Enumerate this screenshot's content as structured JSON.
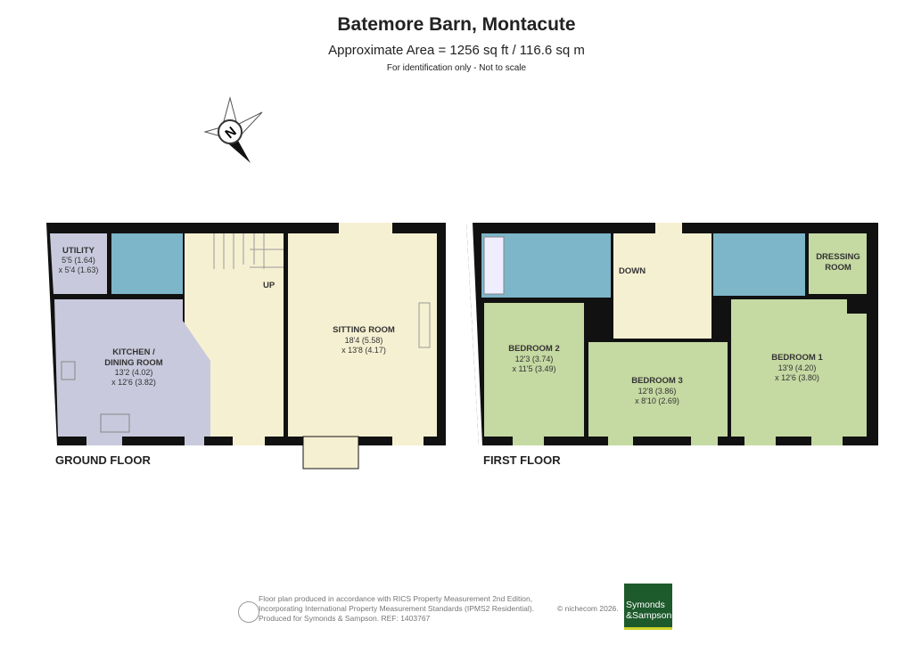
{
  "header": {
    "title": "Batemore Barn, Montacute",
    "area": "Approximate Area = 1256 sq ft / 116.6 sq m",
    "note": "For identification only - Not to scale"
  },
  "compass": {
    "label": "N"
  },
  "ground_floor": {
    "label": "GROUND FLOOR",
    "stairs_label": "UP",
    "rooms": [
      {
        "name": "UTILITY",
        "dim1": "5'5 (1.64)",
        "dim2": "x 5'4 (1.63)"
      },
      {
        "name": "KITCHEN /",
        "name2": "DINING ROOM",
        "dim1": "13'2 (4.02)",
        "dim2": "x 12'6 (3.82)"
      },
      {
        "name": "SITTING ROOM",
        "dim1": "18'4 (5.58)",
        "dim2": "x 13'8 (4.17)"
      }
    ]
  },
  "first_floor": {
    "label": "FIRST FLOOR",
    "stairs_label": "DOWN",
    "rooms": [
      {
        "name": "BEDROOM 2",
        "dim1": "12'3 (3.74)",
        "dim2": "x 11'5 (3.49)"
      },
      {
        "name": "BEDROOM 3",
        "dim1": "12'8 (3.86)",
        "dim2": "x 8'10 (2.69)"
      },
      {
        "name": "BEDROOM 1",
        "dim1": "13'9 (4.20)",
        "dim2": "x 12'6 (3.80)"
      },
      {
        "name": "DRESSING",
        "name2": "ROOM"
      }
    ]
  },
  "footer": {
    "line1": "Floor plan produced in accordance with RICS Property Measurement 2nd Edition,",
    "line2": "Incorporating International Property Measurement Standards (IPMS2 Residential).",
    "line3": "Produced for Symonds & Sampson.   REF:  1403767",
    "copyright": "© nichecom 2026.",
    "logo_line1": "Symonds",
    "logo_line2": "&Sampson"
  },
  "colors": {
    "wall": "#111111",
    "hall": "#f6f0d2",
    "kitchen": "#c9c9dd",
    "bathroom": "#7db5c9",
    "bedroom": "#c5d9a2",
    "logo": "#1d5a2c"
  }
}
